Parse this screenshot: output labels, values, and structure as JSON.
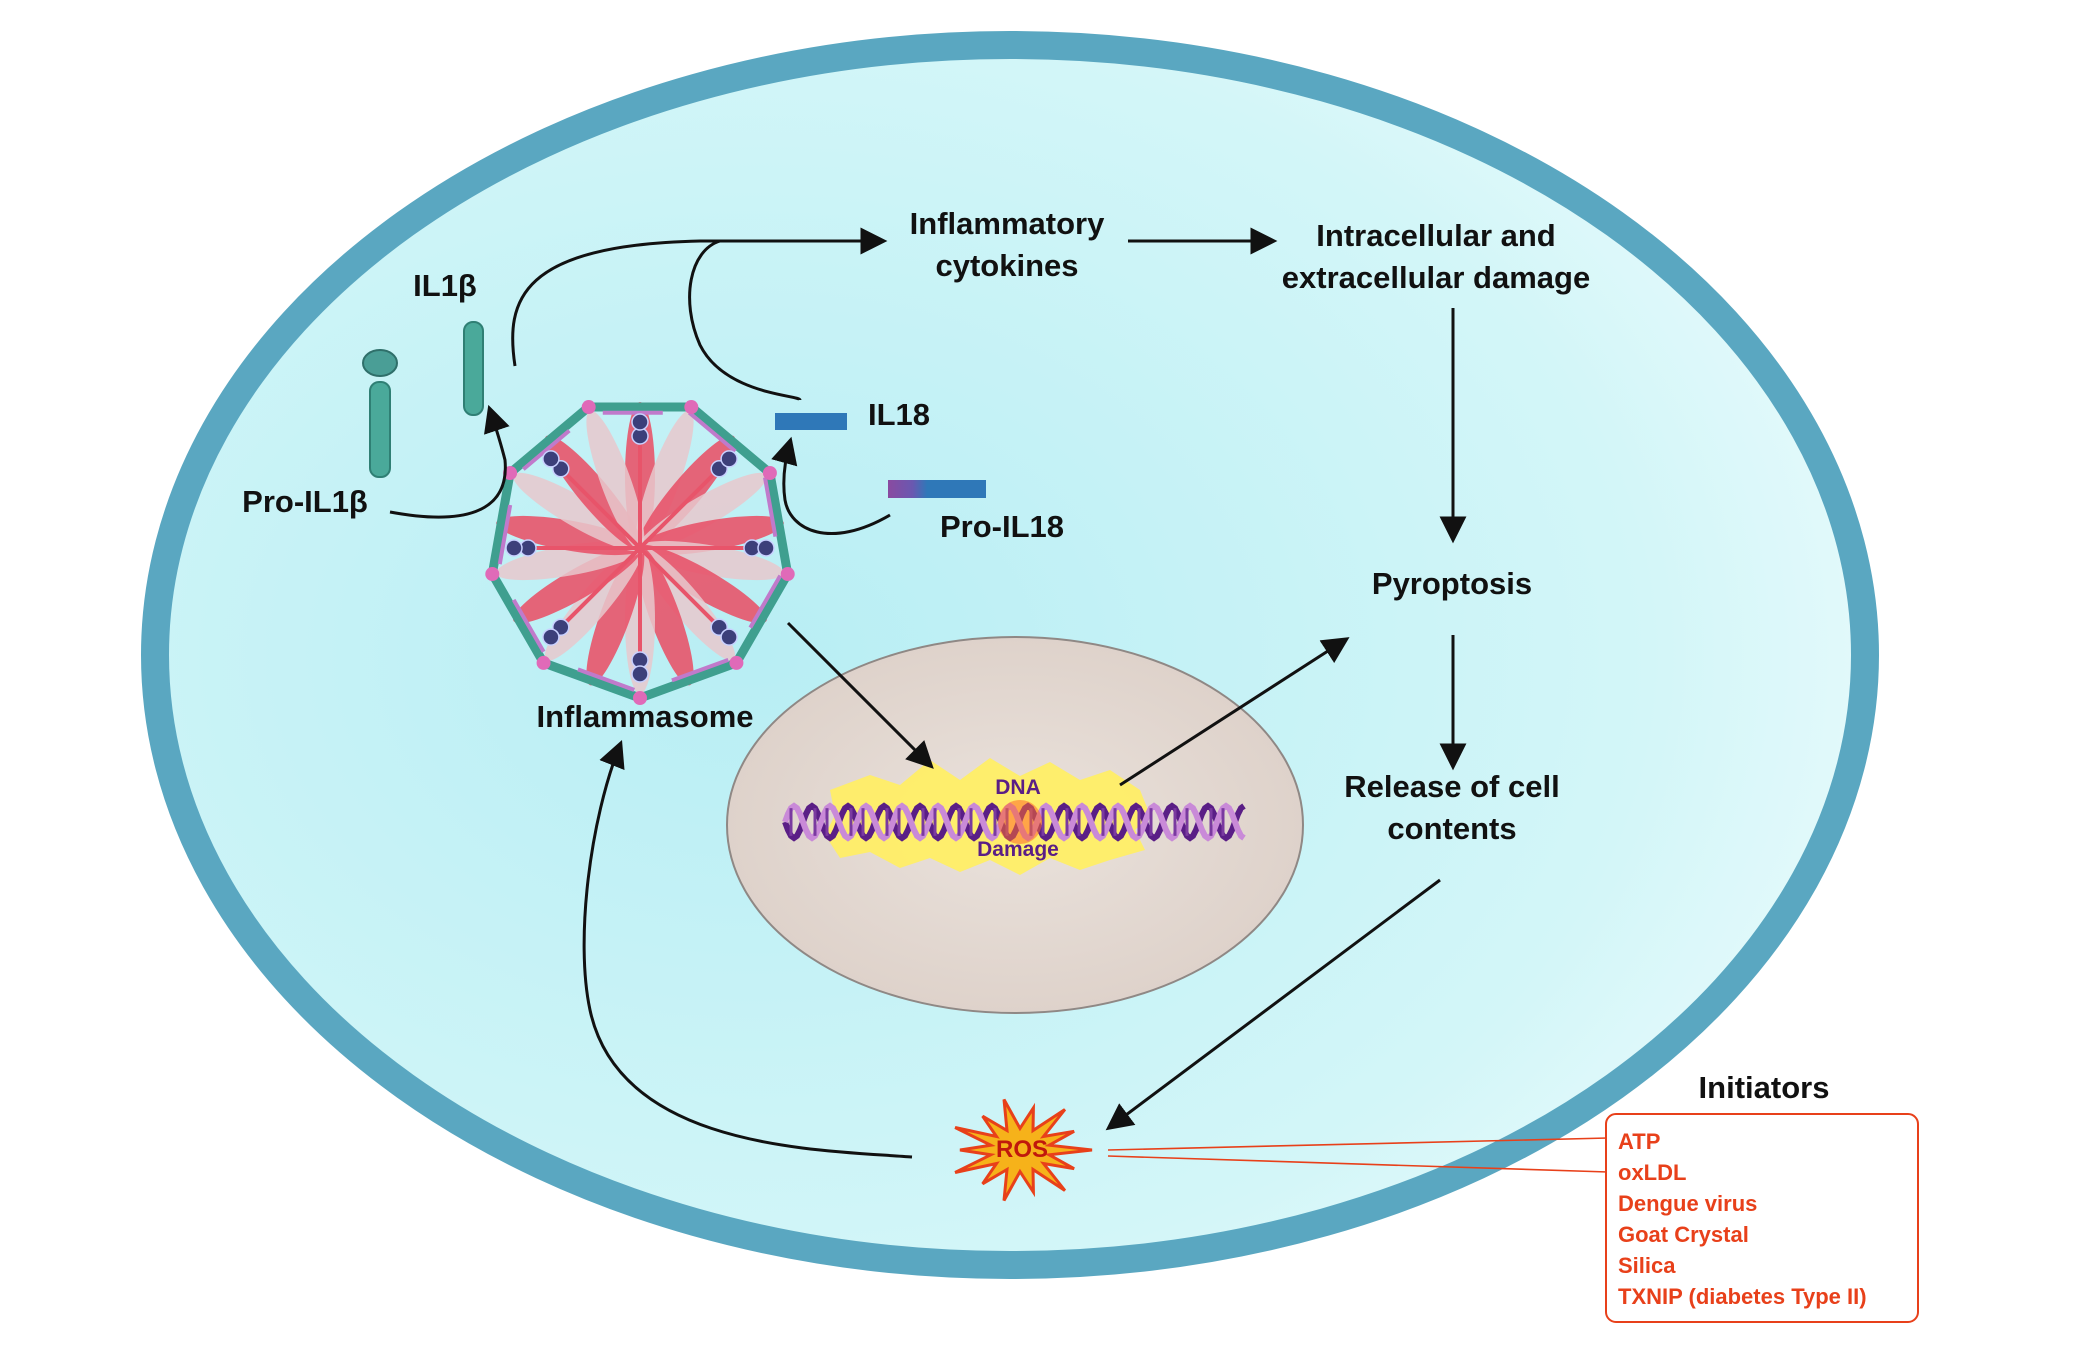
{
  "labels": {
    "il1b": "IL1β",
    "pro_il1b": "Pro-IL1β",
    "il18": "IL18",
    "pro_il18": "Pro-IL18",
    "inflammatory_line1": "Inflammatory",
    "inflammatory_line2": "cytokines",
    "damage_line1": "Intracellular and",
    "damage_line2": "extracellular damage",
    "pyroptosis": "Pyroptosis",
    "release_line1": "Release of cell",
    "release_line2": "contents",
    "inflammasome": "Inflammasome",
    "dna_top": "DNA",
    "dna_bottom": "Damage",
    "ros": "ROS"
  },
  "initiators": {
    "title": "Initiators",
    "items": [
      "ATP",
      "oxLDL",
      "Dengue virus",
      "Goat Crystal",
      "Silica",
      "TXNIP (diabetes Type II)"
    ]
  },
  "colors": {
    "cell_border": "#5aa7c1",
    "cytoplasm": "#c8f2f6",
    "nucleus": "#e5dcd6",
    "teal_protein": "#3f9f8f",
    "blue_protein": "#2f78b8",
    "pink_petal": "#e8546a",
    "initiator_red": "#e8401a",
    "dna_purple": "#5a1e86",
    "dna_glow": "#ffee66"
  }
}
